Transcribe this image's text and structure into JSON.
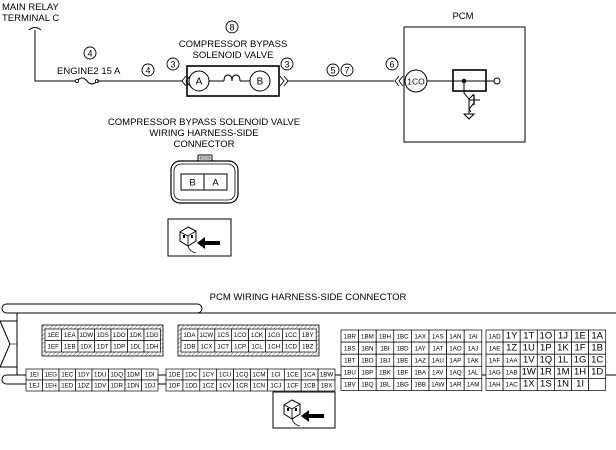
{
  "wiring": {
    "main_relay_line1": "MAIN RELAY",
    "main_relay_line2": "TERMINAL C",
    "fuse_label": "ENGINE2 15 A",
    "pcm_title": "PCM",
    "pcm_terminal": "1CO",
    "valve_line1": "COMPRESSOR BYPASS",
    "valve_line2": "SOLENOID VALVE",
    "valve_pin_a": "A",
    "valve_pin_b": "B",
    "markers": {
      "fuse_top": "4",
      "fuse_side": "4",
      "valve_top": "8",
      "valve_left": "3",
      "valve_right": "3",
      "pcm_side_a": "5",
      "pcm_side_b": "7",
      "pcm_connector": "6"
    }
  },
  "valve_connector": {
    "title_line1": "COMPRESSOR BYPASS SOLENOID VALVE",
    "title_line2": "WIRING HARNESS-SIDE",
    "title_line3": "CONNECTOR",
    "pins": [
      "B",
      "A"
    ]
  },
  "pcm_connector": {
    "title": "PCM WIRING HARNESS-SIDE CONNECTOR",
    "block1": {
      "top": [
        [
          "1EE",
          "1EA",
          "1DW",
          "1DS",
          "1DO",
          "1DK",
          "1DG"
        ],
        [
          "1EF",
          "1EB",
          "1DX",
          "1DT",
          "1DP",
          "1DL",
          "1DH"
        ]
      ],
      "bottom": [
        [
          "1EI",
          "1EG",
          "1EC",
          "1DY",
          "1DU",
          "1DQ",
          "1DM",
          "1DI"
        ],
        [
          "1EJ",
          "1EH",
          "1ED",
          "1DZ",
          "1DV",
          "1DR",
          "1DN",
          "1DJ"
        ]
      ]
    },
    "block2": {
      "top": [
        [
          "1DA",
          "1CW",
          "1CS",
          "1CO",
          "1CK",
          "1CG",
          "1CC",
          "1BY"
        ],
        [
          "1DB",
          "1CX",
          "1CT",
          "1CP",
          "1CL",
          "1CH",
          "1CD",
          "1BZ"
        ]
      ],
      "bottom": [
        [
          "1DE",
          "1DC",
          "1CY",
          "1CU",
          "1CQ",
          "1CM",
          "1CI",
          "1CE",
          "1CA",
          "1BW"
        ],
        [
          "1DF",
          "1DD",
          "1CZ",
          "1CV",
          "1CR",
          "1CN",
          "1CJ",
          "1CF",
          "1CB",
          "1BX"
        ]
      ]
    },
    "block3": [
      [
        "1BR",
        "1BM",
        "1BH",
        "1BC",
        "1AX",
        "1AS",
        "1AN",
        "1AI"
      ],
      [
        "1BS",
        "1BN",
        "1BI",
        "1BD",
        "1AY",
        "1AT",
        "1AO",
        "1AJ"
      ],
      [
        "1BT",
        "1BO",
        "1BJ",
        "1BE",
        "1AZ",
        "1AU",
        "1AP",
        "1AK"
      ],
      [
        "1BU",
        "1BP",
        "1BK",
        "1BF",
        "1BA",
        "1AV",
        "1AQ",
        "1AL"
      ],
      [
        "1BV",
        "1BQ",
        "1BL",
        "1BG",
        "1BB",
        "1AW",
        "1AR",
        "1AM"
      ]
    ],
    "block4": [
      [
        "1AD",
        "1Y",
        "1T",
        "1O",
        "1J",
        "1E",
        "1A"
      ],
      [
        "1AE",
        "1Z",
        "1U",
        "1P",
        "1K",
        "1F",
        "1B"
      ],
      [
        "1AF",
        "1AA",
        "1V",
        "1Q",
        "1L",
        "1G",
        "1C"
      ],
      [
        "1AG",
        "1AB",
        "1W",
        "1R",
        "1M",
        "1H",
        "1D"
      ],
      [
        "1AH",
        "1AC",
        "1X",
        "1S",
        "1N",
        "1I",
        ""
      ]
    ]
  }
}
